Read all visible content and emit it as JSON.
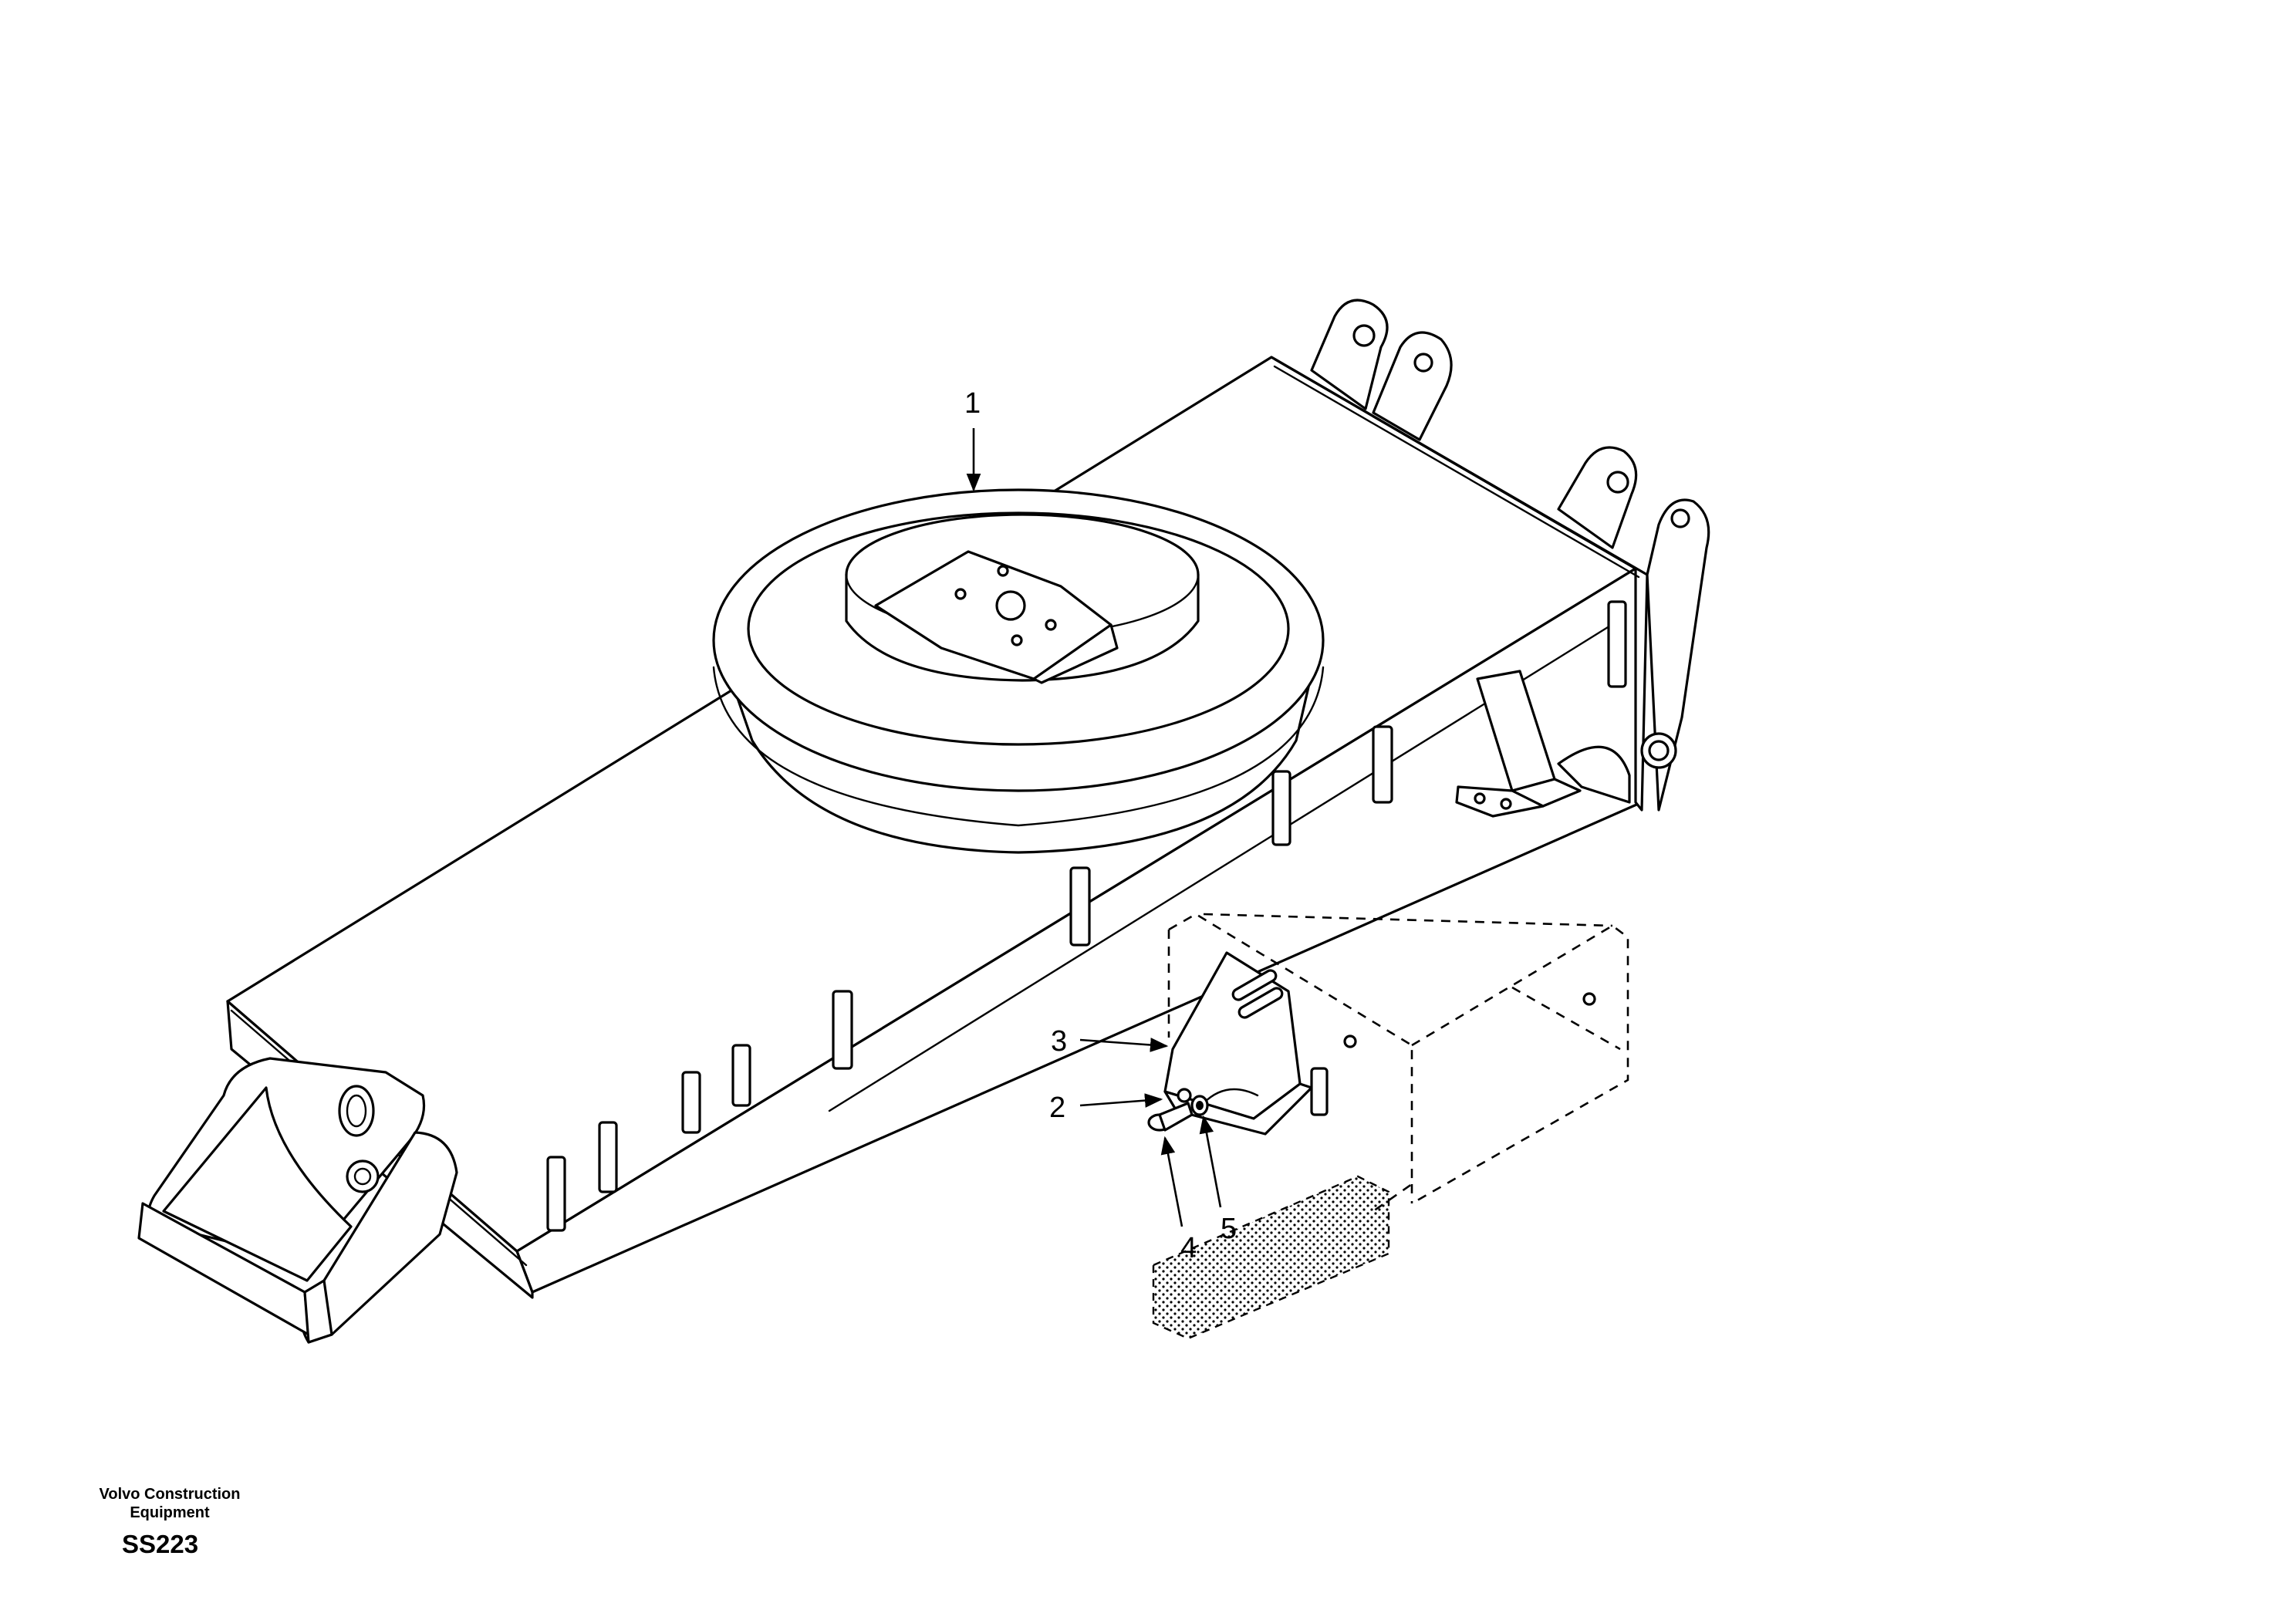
{
  "callouts": [
    {
      "id": "1",
      "label": "1"
    },
    {
      "id": "2",
      "label": "2"
    },
    {
      "id": "3",
      "label": "3"
    },
    {
      "id": "4",
      "label": "4"
    },
    {
      "id": "5",
      "label": "5"
    }
  ],
  "caption": {
    "maker_line1": "Volvo Construction",
    "maker_line2": "Equipment",
    "code": "SS223"
  },
  "colors": {
    "ink": "#000000",
    "paper": "#ffffff"
  }
}
